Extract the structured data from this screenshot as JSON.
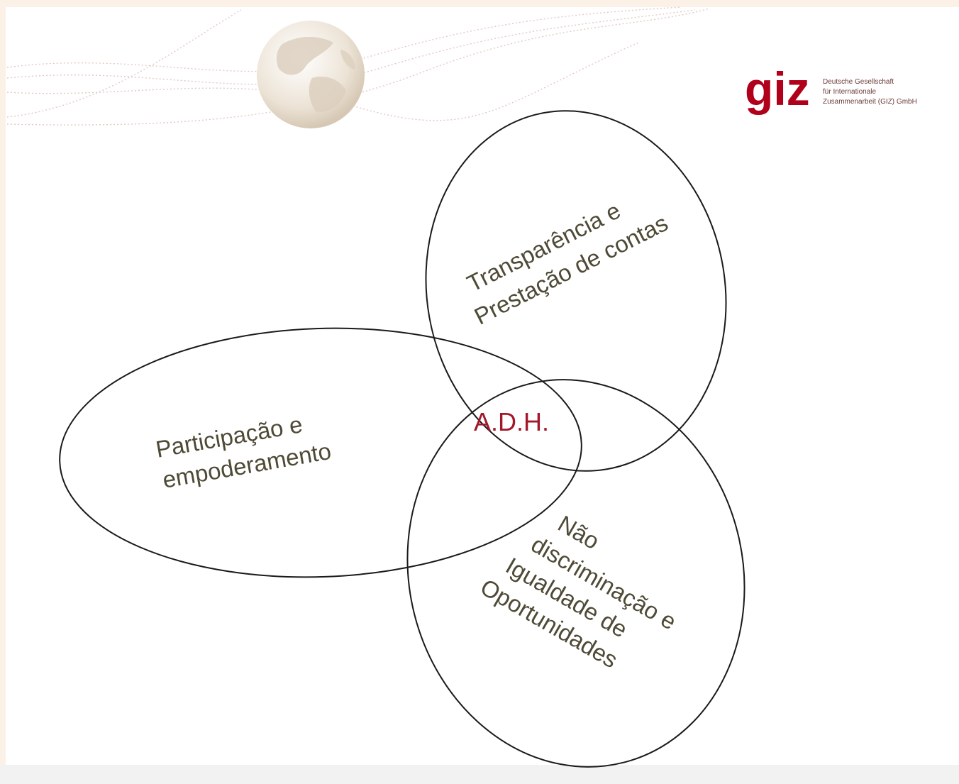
{
  "logo": {
    "mark": "giz",
    "lines": [
      "Deutsche Gesellschaft",
      "für Internationale",
      "Zusammenarbeit (GIZ) GmbH"
    ],
    "color": "#b0001a"
  },
  "diagram": {
    "center_label": "A.D.H.",
    "center_color": "#a3172a",
    "text_color": "#4e4a36",
    "circles": [
      {
        "id": "transparency",
        "lines": [
          "Transparência e",
          "Prestação de contas"
        ]
      },
      {
        "id": "participation",
        "lines": [
          "Participação e",
          "empoderamento"
        ]
      },
      {
        "id": "nondiscrimination",
        "lines": [
          "Não",
          "discriminação e",
          "Igualdade de",
          "Oportunidades"
        ]
      }
    ]
  }
}
